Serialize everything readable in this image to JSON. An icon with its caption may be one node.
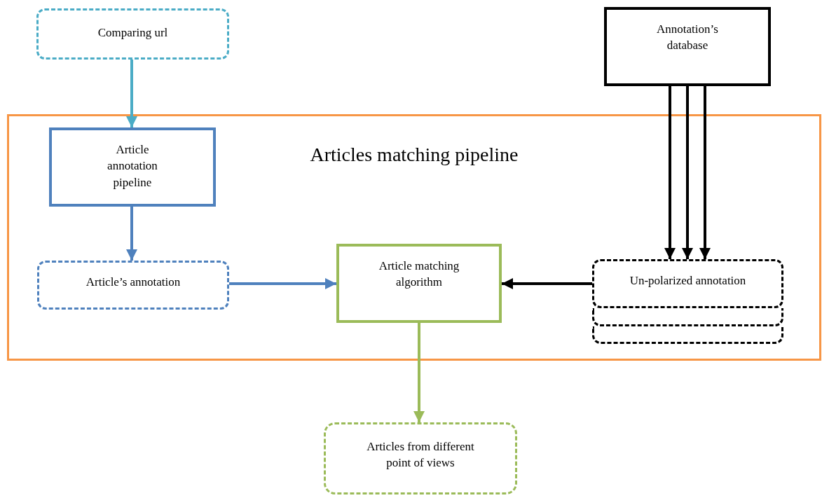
{
  "diagram": {
    "nodes": [
      {
        "text": [
          "Comparing url"
        ]
      },
      {
        "text": [
          "Articles matching pipeline"
        ]
      },
      {
        "text": [
          "Article annotation pipeline"
        ],
        "in": 1
      },
      {
        "text": [
          "Article’s annotation"
        ],
        "in": 1
      },
      {
        "text": [
          "Article matching algorithm"
        ],
        "in": 1
      },
      {
        "text": [
          "Un-polarized annotation"
        ],
        "in": 1
      },
      {
        "text": [],
        "shape": "box",
        "in": 1
      },
      {
        "text": [],
        "shape": "box",
        "in": 1
      },
      {
        "text": [
          "Annotation’s database"
        ]
      },
      {
        "text": [
          "Articles from different point of views"
        ]
      }
    ],
    "edges": [
      {
        "from": 0,
        "to": 2,
        "arrow": "to",
        "color": "#4bacc6"
      },
      {
        "from": 2,
        "to": 3,
        "arrow": "to",
        "color": "#4f81bd"
      },
      {
        "from": 3,
        "to": 4,
        "arrow": "to",
        "color": "#4f81bd"
      },
      {
        "from": 5,
        "to": 4,
        "arrow": "to"
      },
      {
        "from": 8,
        "to": 5,
        "arrow": "to"
      },
      {
        "from": 8,
        "to": 5,
        "arrow": "to"
      },
      {
        "from": 8,
        "to": 5,
        "arrow": "to"
      },
      {
        "from": 4,
        "to": 9,
        "arrow": "to",
        "color": "#9bbb59"
      }
    ]
  }
}
